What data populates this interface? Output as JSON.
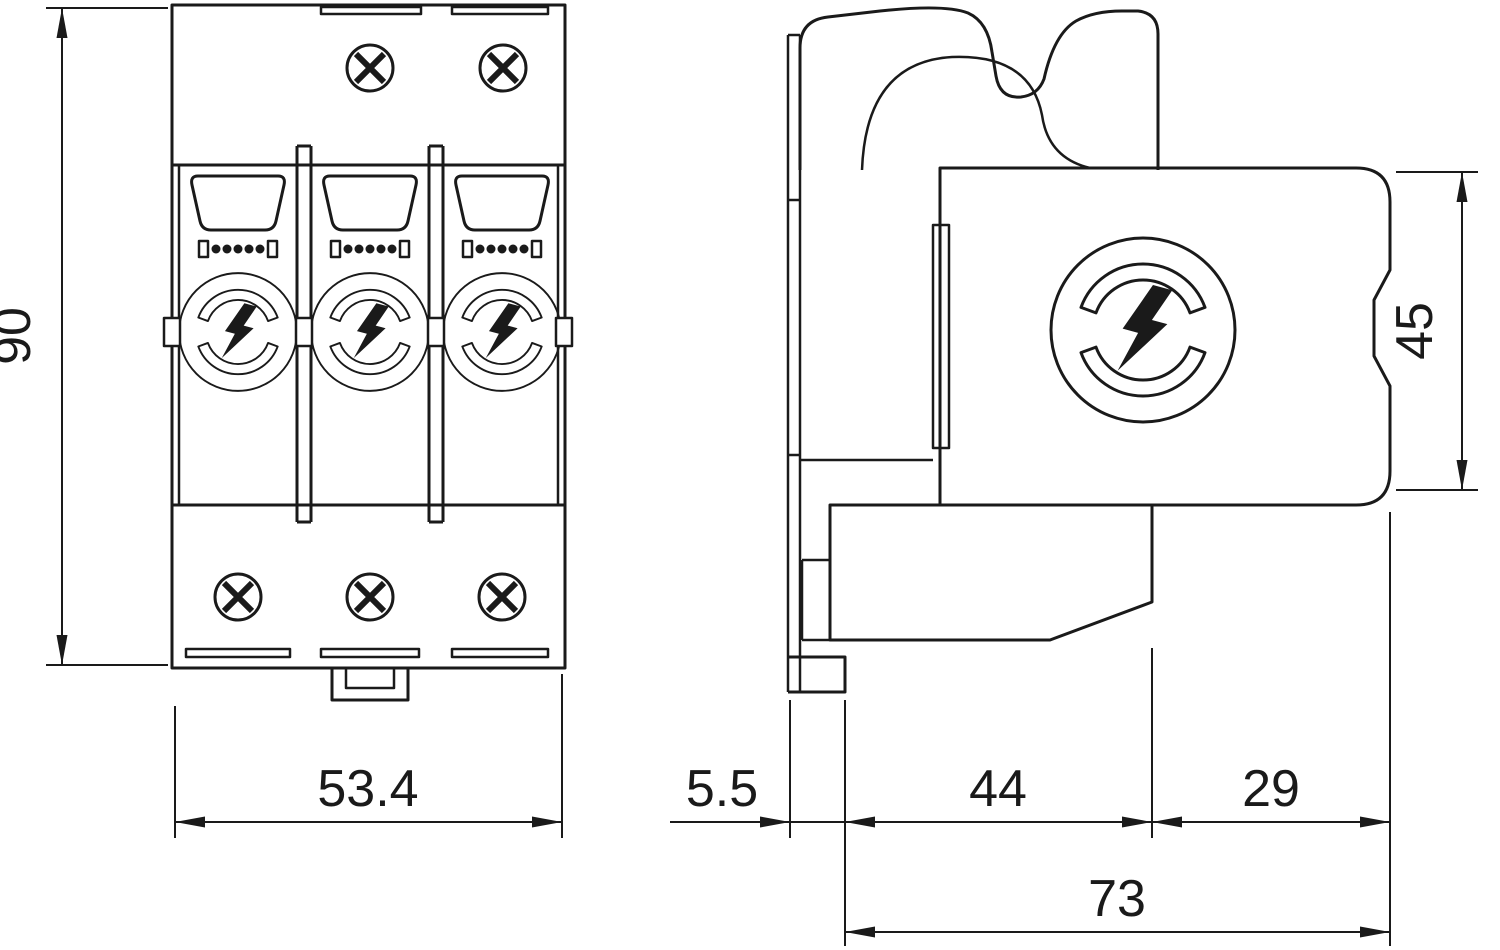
{
  "colors": {
    "line": "#1a1a1a",
    "background": "#ffffff"
  },
  "front_view": {
    "height_mm": "90",
    "width_mm": "53.4"
  },
  "side_view": {
    "module_height_mm": "45",
    "rail_offset_mm": "5.5",
    "base_depth_mm": "44",
    "module_depth_mm": "29",
    "total_depth_mm": "73"
  },
  "icons": {
    "surge_logo": "lightning-bolt-circular-emblem",
    "screw": "phillips-screw-head"
  }
}
